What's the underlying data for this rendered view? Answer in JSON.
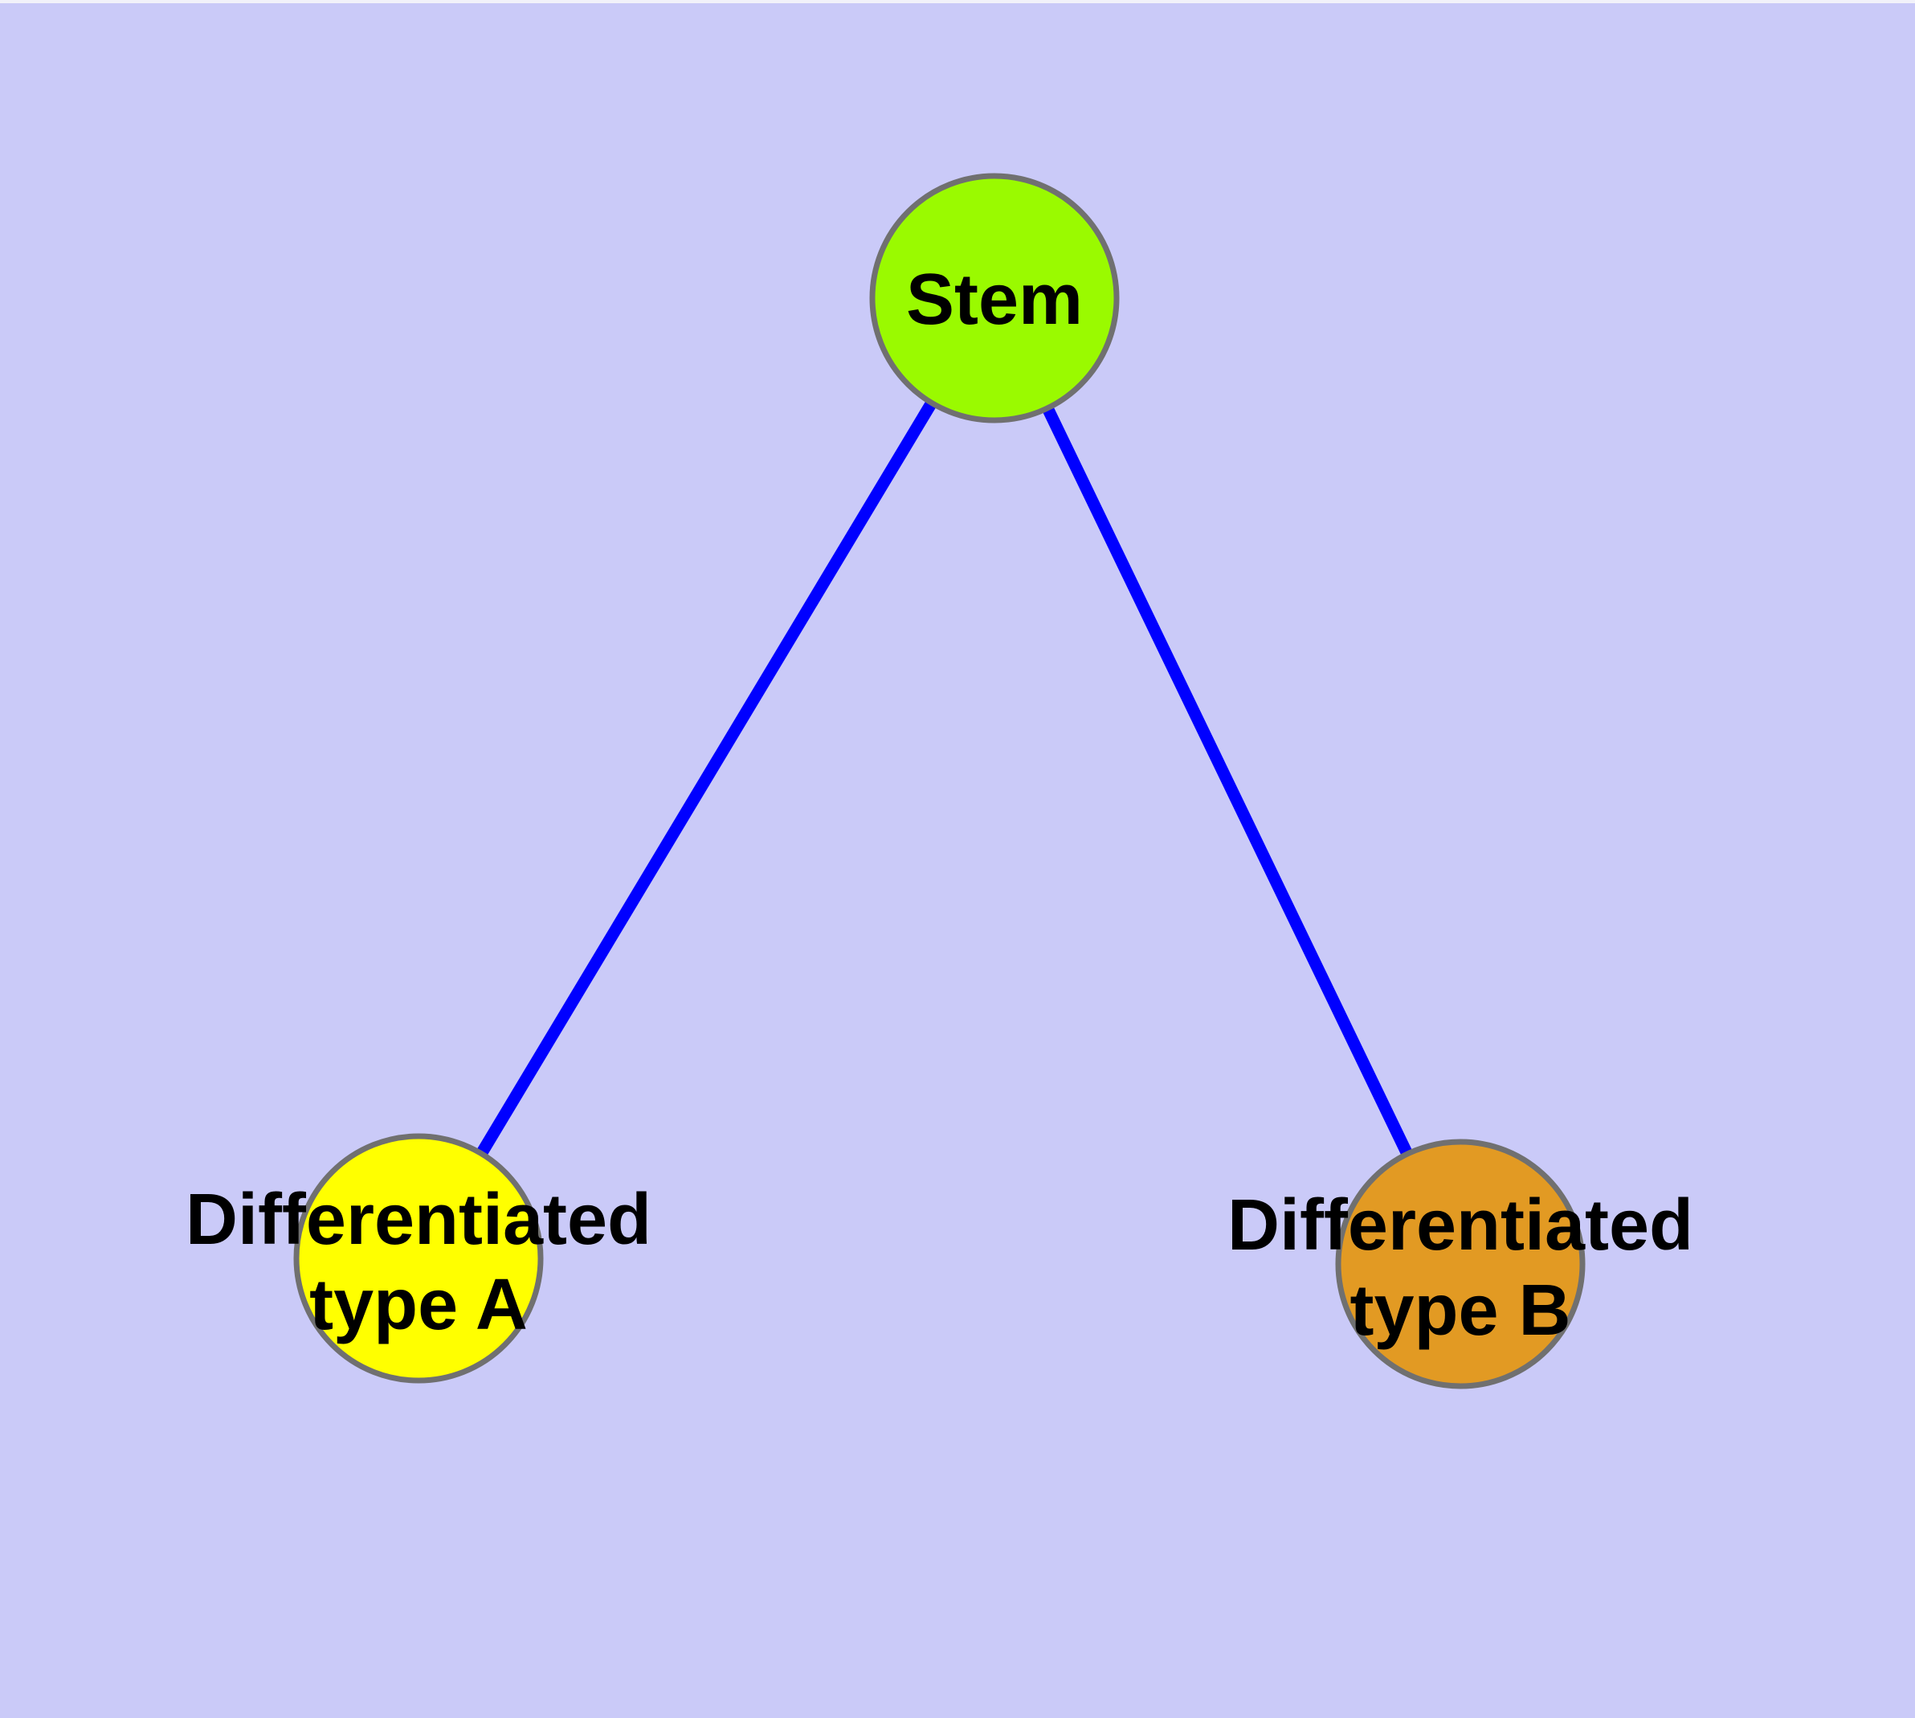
{
  "figure": {
    "background_color": "#cacaf8",
    "top_border_color": "#f2f2fa",
    "edge_color": "#0000ff",
    "node_border_color": "#707070",
    "label_color": "#000000"
  },
  "nodes": {
    "stem": {
      "label": "Stem",
      "fill": "#9afa00"
    },
    "type_a": {
      "label_line1": "Differentiated",
      "label_line2": "type A",
      "fill": "#ffff00"
    },
    "type_b": {
      "label_line1": "Differentiated",
      "label_line2": "type B",
      "fill": "#e29a23"
    }
  },
  "edges": [
    {
      "from": "Stem",
      "to": "Differentiated type A"
    },
    {
      "from": "Stem",
      "to": "Differentiated type B"
    }
  ]
}
